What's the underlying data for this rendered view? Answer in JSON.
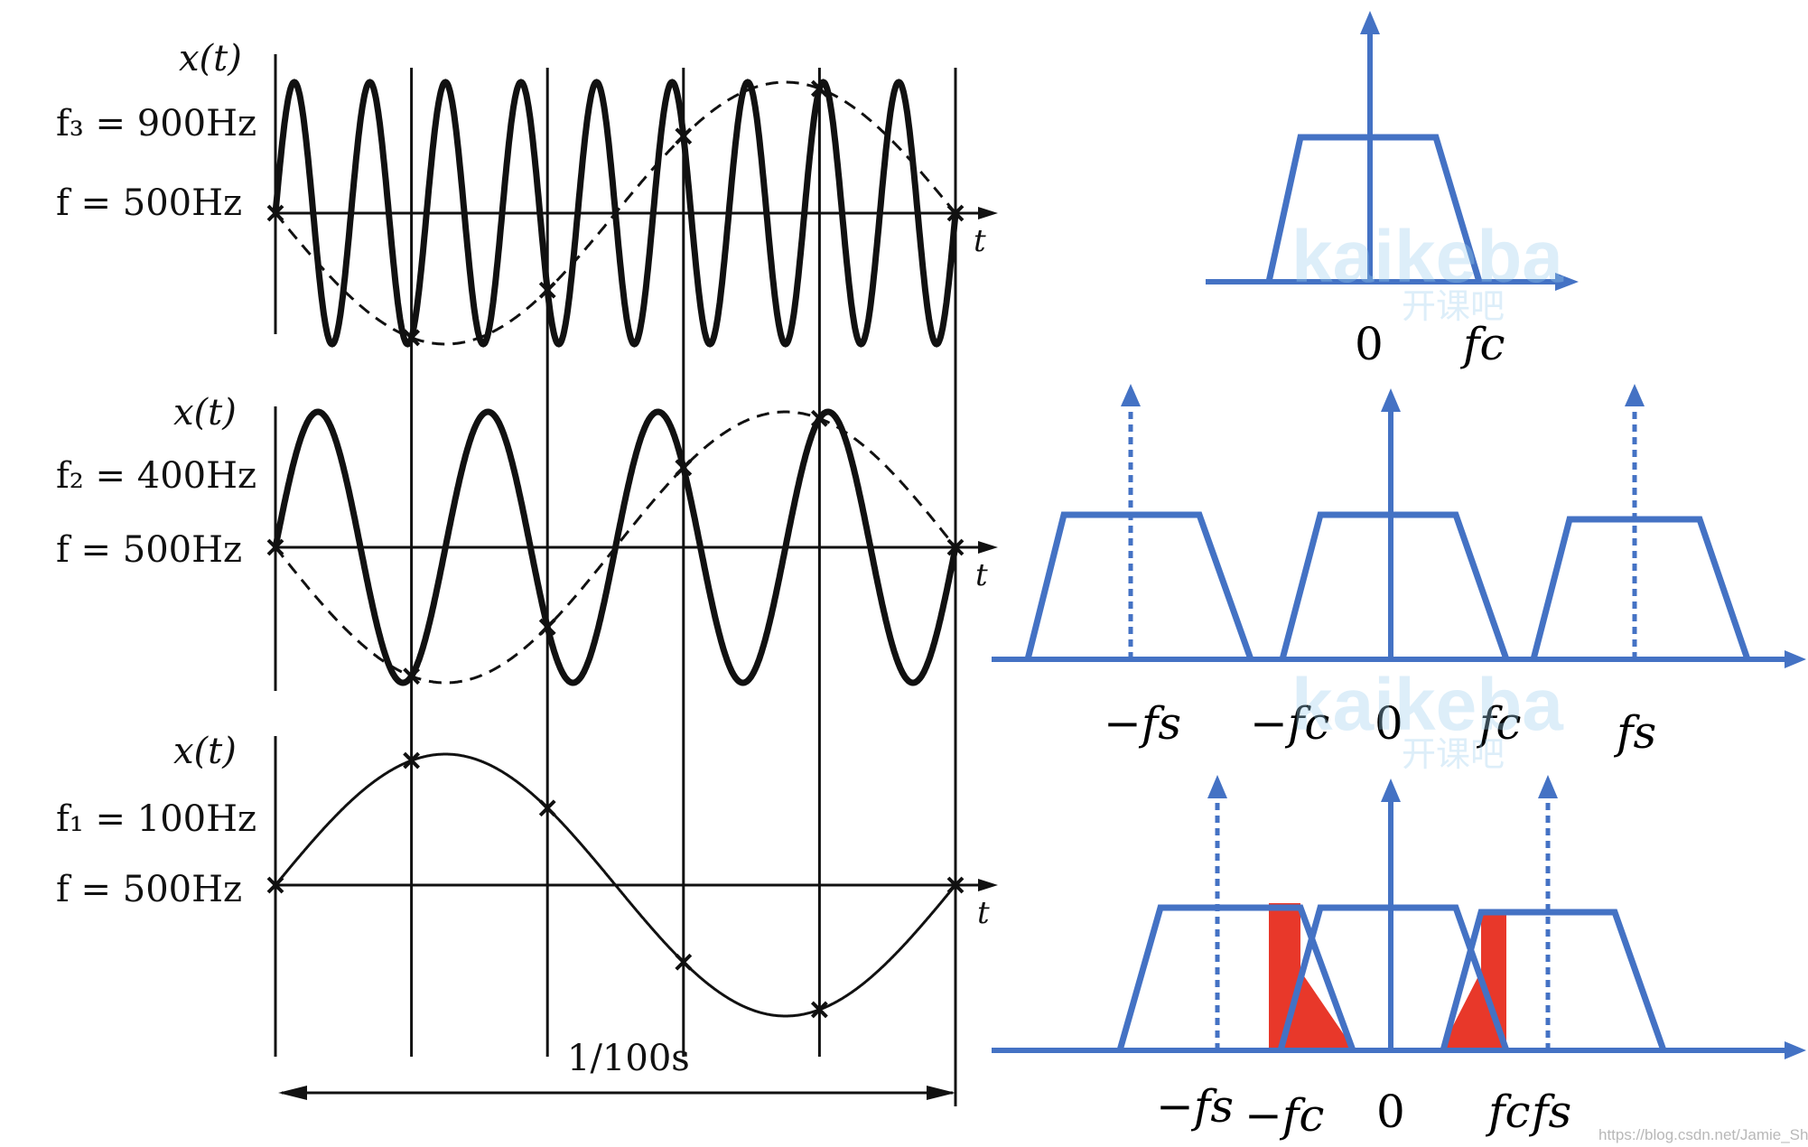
{
  "colors": {
    "ink": "#111111",
    "spectrum": "#4472c4",
    "aliased": "#e8382a",
    "watermark": "#9fd0ee"
  },
  "left_panel": {
    "panels": [
      {
        "y_label": "x(t)",
        "signal_label": "f₃ = 900Hz",
        "sample_label": "f = 500Hz",
        "t_label": "t",
        "signal_freq_hz": 900,
        "alias_freq_hz": 100,
        "alias_sign": -1
      },
      {
        "y_label": "x(t)",
        "signal_label": "f₂ = 400Hz",
        "sample_label": "f = 500Hz",
        "t_label": "t",
        "signal_freq_hz": 400,
        "alias_freq_hz": 100,
        "alias_sign": -1
      },
      {
        "y_label": "x(t)",
        "signal_label": "f₁ = 100Hz",
        "sample_label": "f = 500Hz",
        "t_label": "t",
        "signal_freq_hz": 100,
        "alias_freq_hz": 100,
        "alias_sign": 1
      }
    ],
    "sample_rate_hz": 500,
    "duration_label": "1/100s",
    "duration_s": 0.01
  },
  "right_panel": {
    "spectra": [
      {
        "labels": [
          {
            "key": "zero",
            "text": "0"
          },
          {
            "key": "fc",
            "text": "fc"
          }
        ]
      },
      {
        "labels": [
          {
            "key": "m_fs",
            "text": "−fs"
          },
          {
            "key": "m_fc",
            "text": "−fc"
          },
          {
            "key": "zero",
            "text": "0"
          },
          {
            "key": "fc",
            "text": "fc"
          },
          {
            "key": "fs",
            "text": "fs"
          }
        ]
      },
      {
        "labels": [
          {
            "key": "m_fs",
            "text": "−fs"
          },
          {
            "key": "m_fc",
            "text": "−fc"
          },
          {
            "key": "zero",
            "text": "0"
          },
          {
            "key": "fc",
            "text": "fc"
          },
          {
            "key": "fs",
            "text": "fs"
          }
        ]
      }
    ]
  },
  "watermark": {
    "brand": "kaikeba",
    "sub": "开课吧"
  },
  "footer_url": "https://blog.csdn.net/Jamie_Shu"
}
